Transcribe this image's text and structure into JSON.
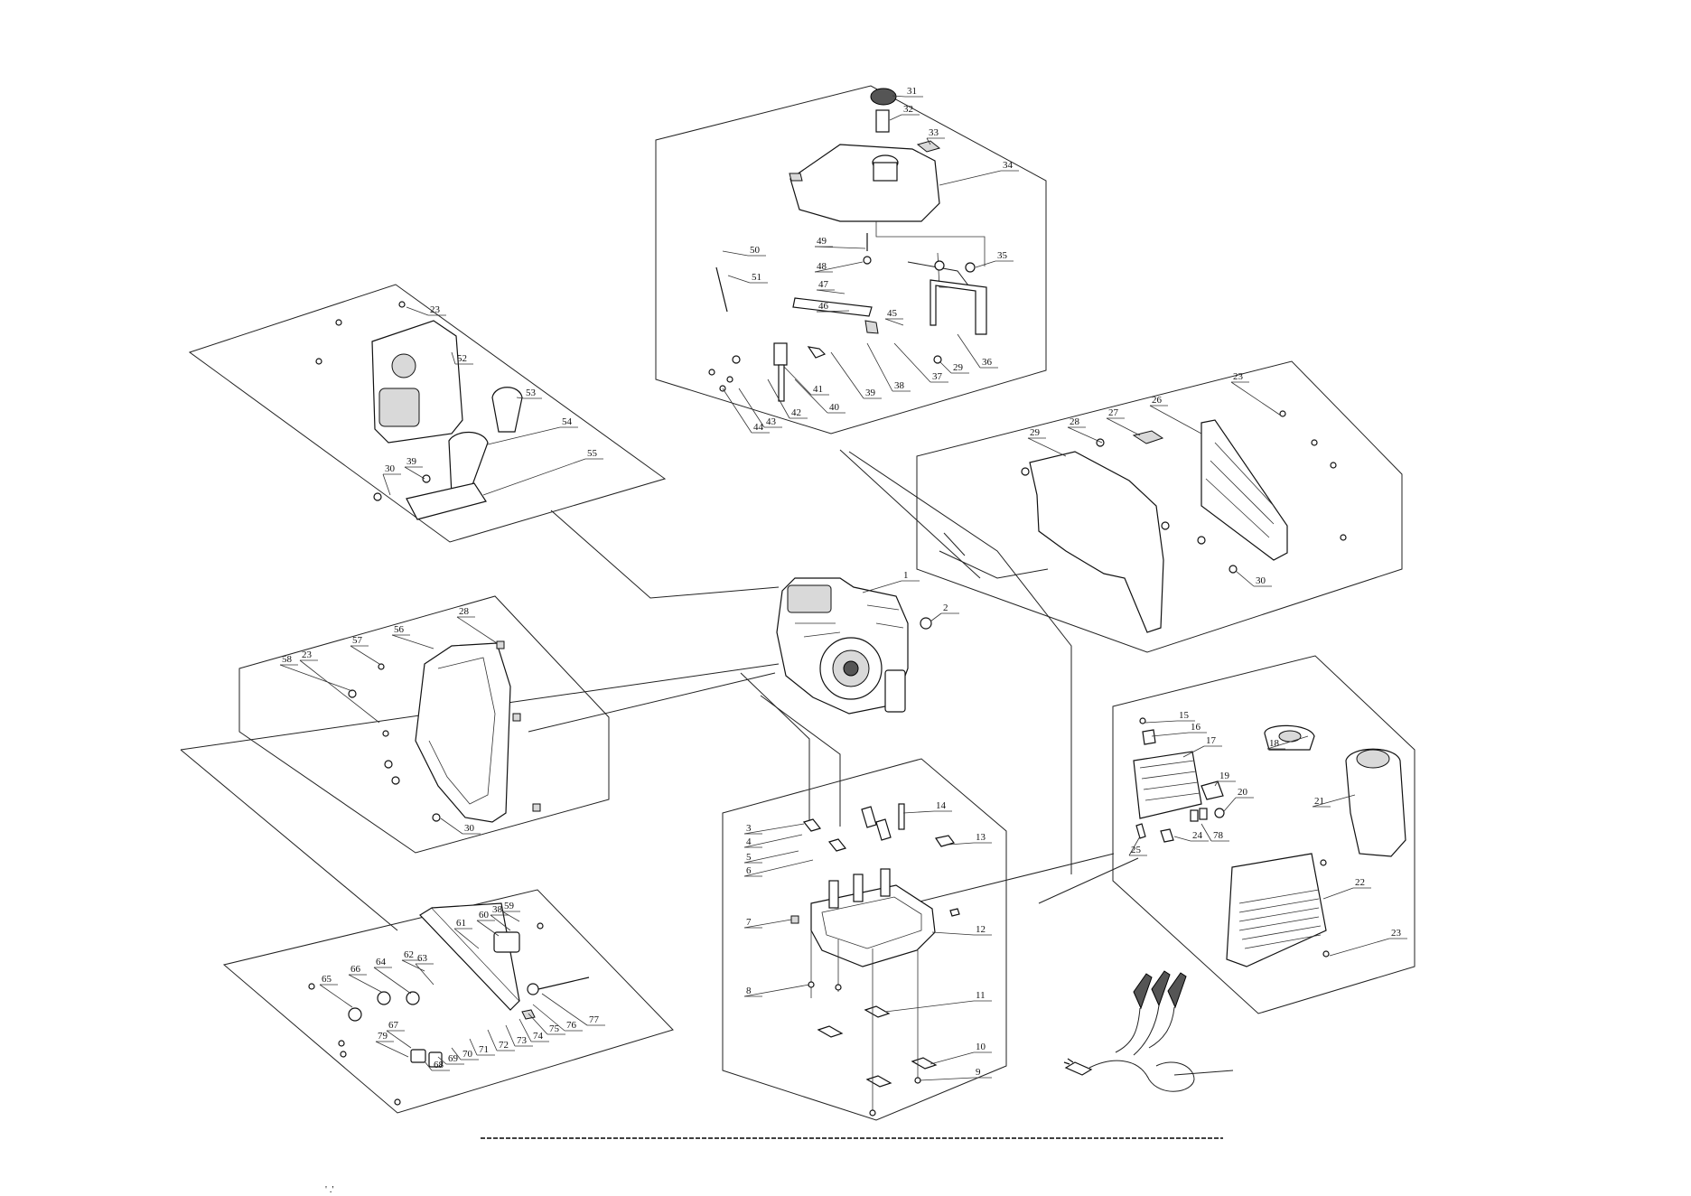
{
  "diagram": {
    "part_numbers": {
      "engine": "1",
      "mount_bolt": "2",
      "base_group": [
        "3",
        "4",
        "5",
        "6",
        "7",
        "8",
        "9",
        "10",
        "11",
        "12",
        "13",
        "14"
      ],
      "panel_group_right_lower": [
        "15",
        "16",
        "17",
        "18",
        "19",
        "20",
        "21",
        "22",
        "23",
        "24",
        "25",
        "78"
      ],
      "cover_group_right_upper": [
        "23",
        "26",
        "27",
        "28",
        "29",
        "30"
      ],
      "tank_group": [
        "31",
        "32",
        "33",
        "34",
        "35",
        "36",
        "37",
        "38",
        "39",
        "40",
        "41",
        "42",
        "43",
        "44",
        "45",
        "46",
        "47",
        "48",
        "49",
        "50",
        "51",
        "29"
      ],
      "front_panel_group": [
        "23",
        "52",
        "53",
        "54",
        "55",
        "30",
        "39"
      ],
      "left_cover_group": [
        "58",
        "23",
        "57",
        "56",
        "28",
        "30"
      ],
      "control_panel_group": [
        "65",
        "66",
        "64",
        "63",
        "62",
        "60",
        "61",
        "38",
        "59",
        "77",
        "76",
        "75",
        "74",
        "73",
        "72",
        "71",
        "70",
        "69",
        "68",
        "67",
        "79"
      ]
    },
    "trailing_text": "' .'"
  }
}
